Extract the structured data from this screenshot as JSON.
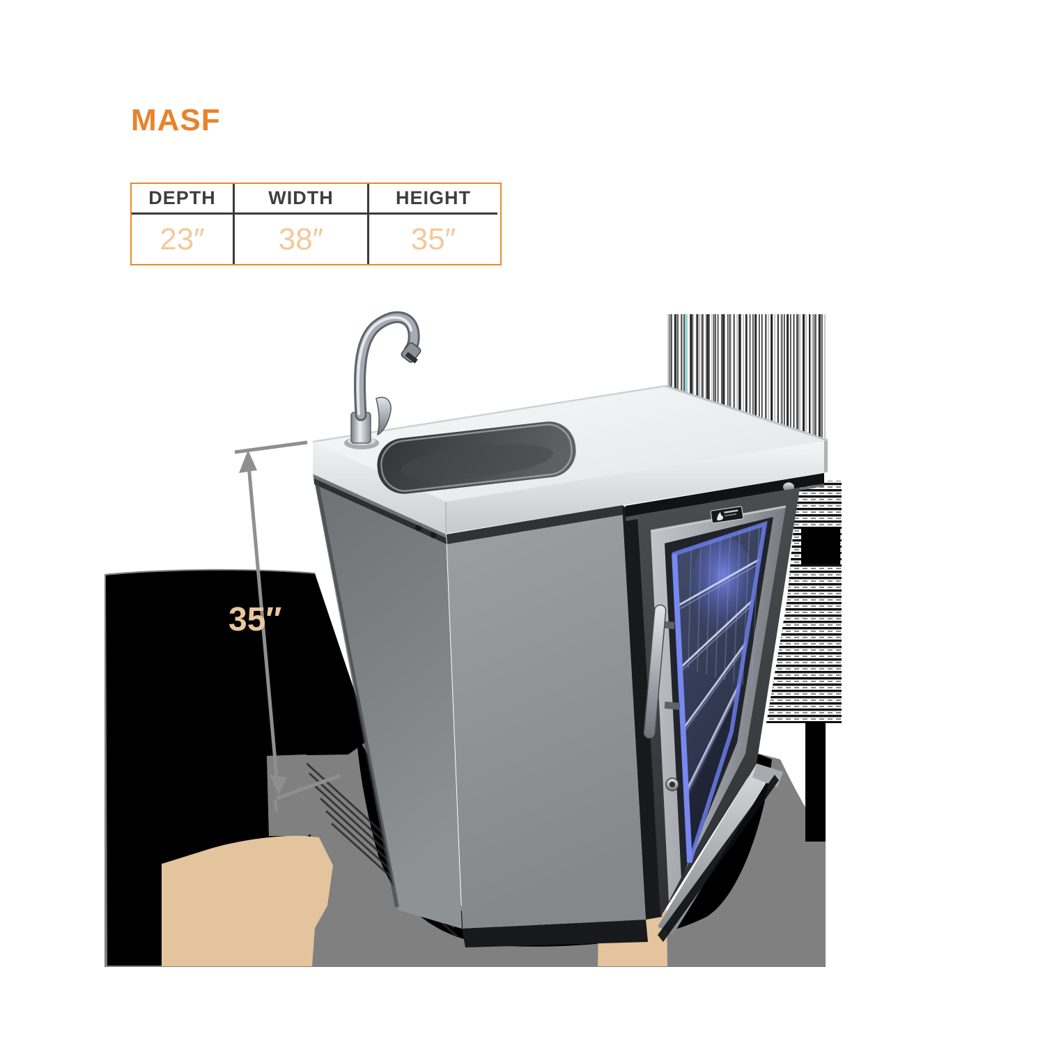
{
  "title": {
    "text": "MASF"
  },
  "spec_table": {
    "columns": [
      {
        "label": "DEPTH",
        "value": "23″"
      },
      {
        "label": "WIDTH",
        "value": "38″"
      },
      {
        "label": "HEIGHT",
        "value": "35″"
      }
    ]
  },
  "dimension_annotation": {
    "height_label": "35″"
  },
  "product": {
    "name": "stainless cabinet module with sink, gooseneck faucet and glass-door refrigerator"
  },
  "colors": {
    "accent_orange": "#E8832C",
    "table_border": "#E9892B",
    "table_header_text": "#3E3E3E",
    "table_value_text": "#F2C99B",
    "dimension_line": "#8F8F8F",
    "dimension_label": "#E9C79F",
    "countertop": "#F2F4F5",
    "cabinet_gray": "#8A8D90",
    "fridge_frame": "#3C3F42",
    "fridge_glow_blue": "#6B7BE8",
    "shadow_black": "#000000",
    "shadow_flat_gray": "#808080",
    "clipped_label_tan": "#E3C49D",
    "stripe_artifact_cyan": "#8FD9DB"
  }
}
